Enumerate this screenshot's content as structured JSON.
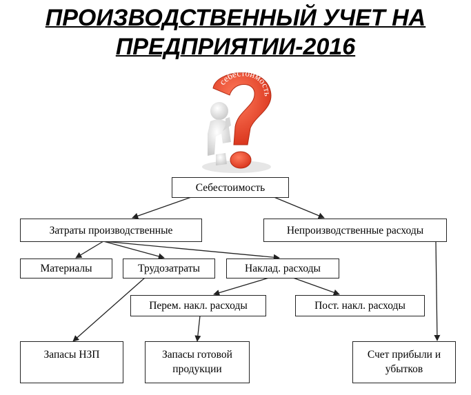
{
  "title": {
    "line1": "ПРОИЗВОДСТВЕННЫЙ  УЧЕТ НА",
    "line2": "ПРЕДПРИЯТИИ-2016"
  },
  "illustration": {
    "icon": "thinking-figure-question-mark-icon",
    "label": "себестоимость",
    "color": "#e8462a"
  },
  "nodes": {
    "cost": "Себестоимость",
    "production_costs": "Затраты производственные",
    "nonproduction_costs": "Непроизводственные расходы",
    "materials": "Материалы",
    "labor": "Трудозатраты",
    "overhead": "Наклад. расходы",
    "variable_overhead": "Перем. накл. расходы",
    "fixed_overhead": "Пост. накл. расходы",
    "wip": "Запасы НЗП",
    "finished_goods_line1": "Запасы готовой",
    "finished_goods_line2": "продукции",
    "pnl_line1": "Счет прибыли и",
    "pnl_line2": "убытков"
  }
}
